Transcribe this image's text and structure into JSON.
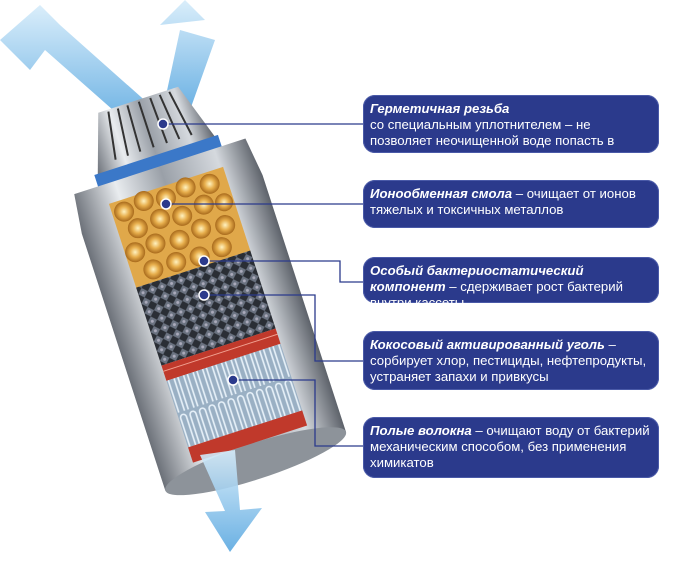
{
  "callouts": [
    {
      "title": "Герметичная резьба",
      "text": "со специальным уплотнителем – не позволяет неочищенной воде попасть в кувшин"
    },
    {
      "title": "Ионообменная смола",
      "text": " – очищает от ионов тяжелых и токсичных металлов"
    },
    {
      "title": "Особый бактериостатический компонент",
      "text": " – сдерживает рост бактерий внутри кассеты"
    },
    {
      "title": "Кокосовый активированный уголь",
      "text": " – сорбирует хлор, пестициды, нефтепродукты, устраняет запахи и привкусы"
    },
    {
      "title": "Полые волокна",
      "text": " – очищают воду от бактерий механическим способом, без применения химикатов"
    }
  ],
  "colors": {
    "box": "#2b3a8c",
    "line": "#2b3a8c",
    "arrow": "#8cc3ea",
    "resin": "#e0a84a",
    "fiber": "#c0392b"
  }
}
